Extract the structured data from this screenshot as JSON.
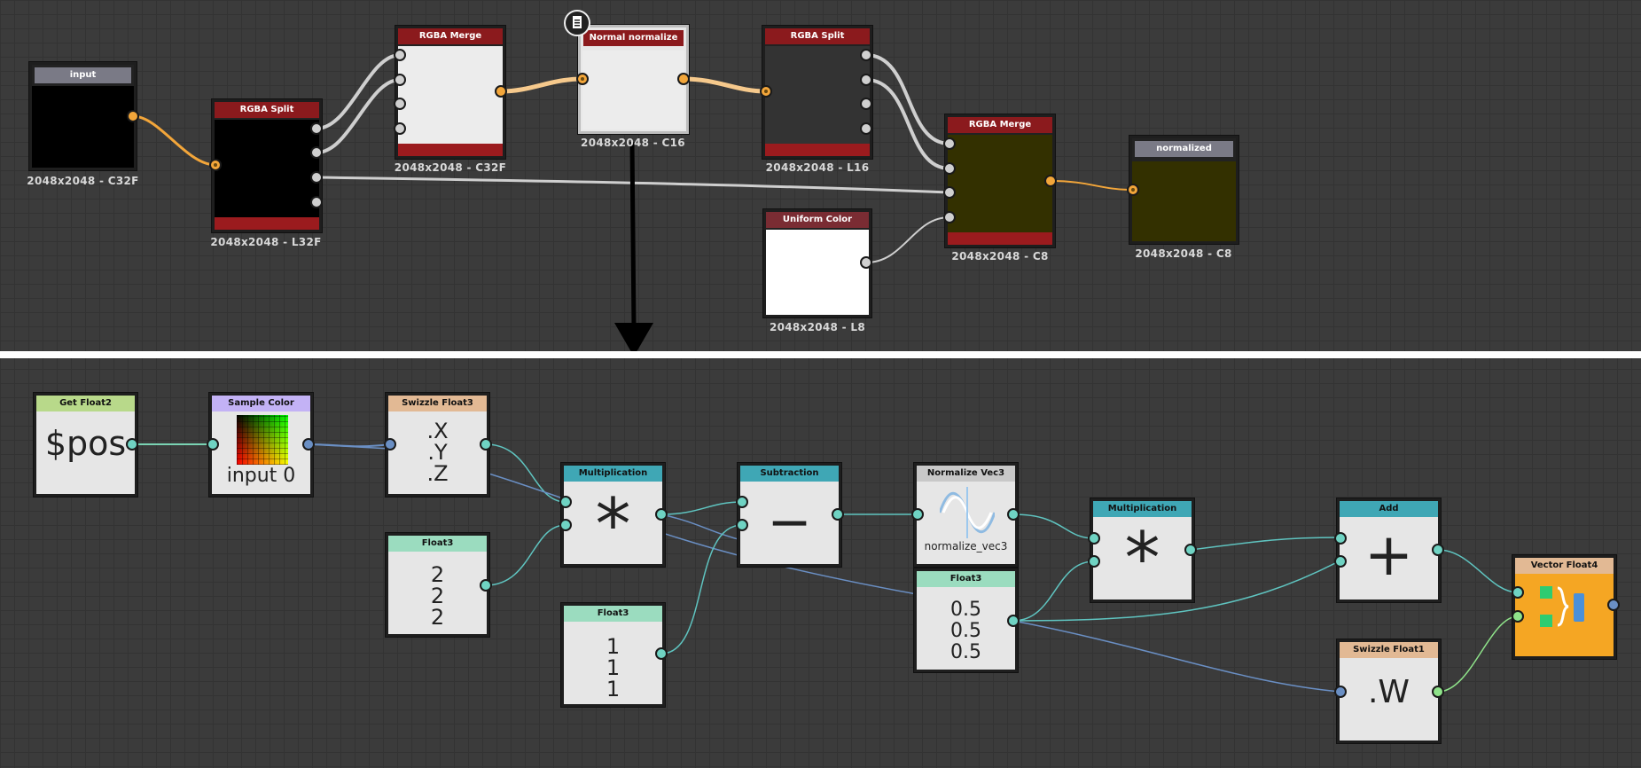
{
  "top_graph": {
    "nodes": [
      {
        "id": "input",
        "title": "input",
        "caption": "2048x2048 - C32F"
      },
      {
        "id": "split1",
        "title": "RGBA Split",
        "caption": "2048x2048 - L32F"
      },
      {
        "id": "merge1",
        "title": "RGBA Merge",
        "caption": "2048x2048 - C32F"
      },
      {
        "id": "normalize",
        "title": "Normal normalize",
        "caption": "2048x2048 - C16"
      },
      {
        "id": "split2",
        "title": "RGBA Split",
        "caption": "2048x2048 - L16"
      },
      {
        "id": "uniform",
        "title": "Uniform Color",
        "caption": "2048x2048 - L8"
      },
      {
        "id": "merge2",
        "title": "RGBA Merge",
        "caption": "2048x2048 - C8"
      },
      {
        "id": "normalized",
        "title": "normalized",
        "caption": "2048x2048 - C8"
      }
    ],
    "colors": {
      "header_red": "#8b1a1d",
      "footer_red": "#9b1b1e",
      "header_gray": "#7a7a86",
      "header_uniform": "#7a2c33",
      "orange_port": "#f3a63a",
      "gray_port": "#d0d0d0"
    }
  },
  "function_graph": {
    "nodes": [
      {
        "id": "getfloat2",
        "title": "Get Float2",
        "text": "$pos",
        "header_color": "#b8d98a"
      },
      {
        "id": "samplecolor",
        "title": "Sample Color",
        "text": "input 0",
        "header_color": "#c3b2f5"
      },
      {
        "id": "swizzle3",
        "title": "Swizzle Float3",
        "lines": [
          ".X",
          ".Y",
          ".Z"
        ],
        "header_color": "#e2b994"
      },
      {
        "id": "float3a",
        "title": "Float3",
        "lines": [
          "2",
          "2",
          "2"
        ],
        "header_color": "#9bdcbf"
      },
      {
        "id": "mult1",
        "title": "Multiplication",
        "symbol": "*",
        "header_color": "#3fa7b5"
      },
      {
        "id": "float3b",
        "title": "Float3",
        "lines": [
          "1",
          "1",
          "1"
        ],
        "header_color": "#9bdcbf"
      },
      {
        "id": "sub",
        "title": "Subtraction",
        "symbol": "−",
        "header_color": "#3fa7b5"
      },
      {
        "id": "normvec3",
        "title": "Normalize Vec3",
        "text": "normalize_vec3",
        "header_color": "#c8c8c8"
      },
      {
        "id": "float3c",
        "title": "Float3",
        "lines": [
          "0.5",
          "0.5",
          "0.5"
        ],
        "header_color": "#9bdcbf"
      },
      {
        "id": "mult2",
        "title": "Multiplication",
        "symbol": "*",
        "header_color": "#3fa7b5"
      },
      {
        "id": "add",
        "title": "Add",
        "symbol": "+",
        "header_color": "#3fa7b5"
      },
      {
        "id": "swizzle1",
        "title": "Swizzle Float1",
        "text": ".W",
        "header_color": "#e2b994"
      },
      {
        "id": "vector4",
        "title": "Vector Float4",
        "header_color": "#e2b994",
        "body_color": "#f5a623"
      }
    ]
  },
  "icons": {
    "doc": "document-icon",
    "arrow": "arrow-down-icon"
  }
}
